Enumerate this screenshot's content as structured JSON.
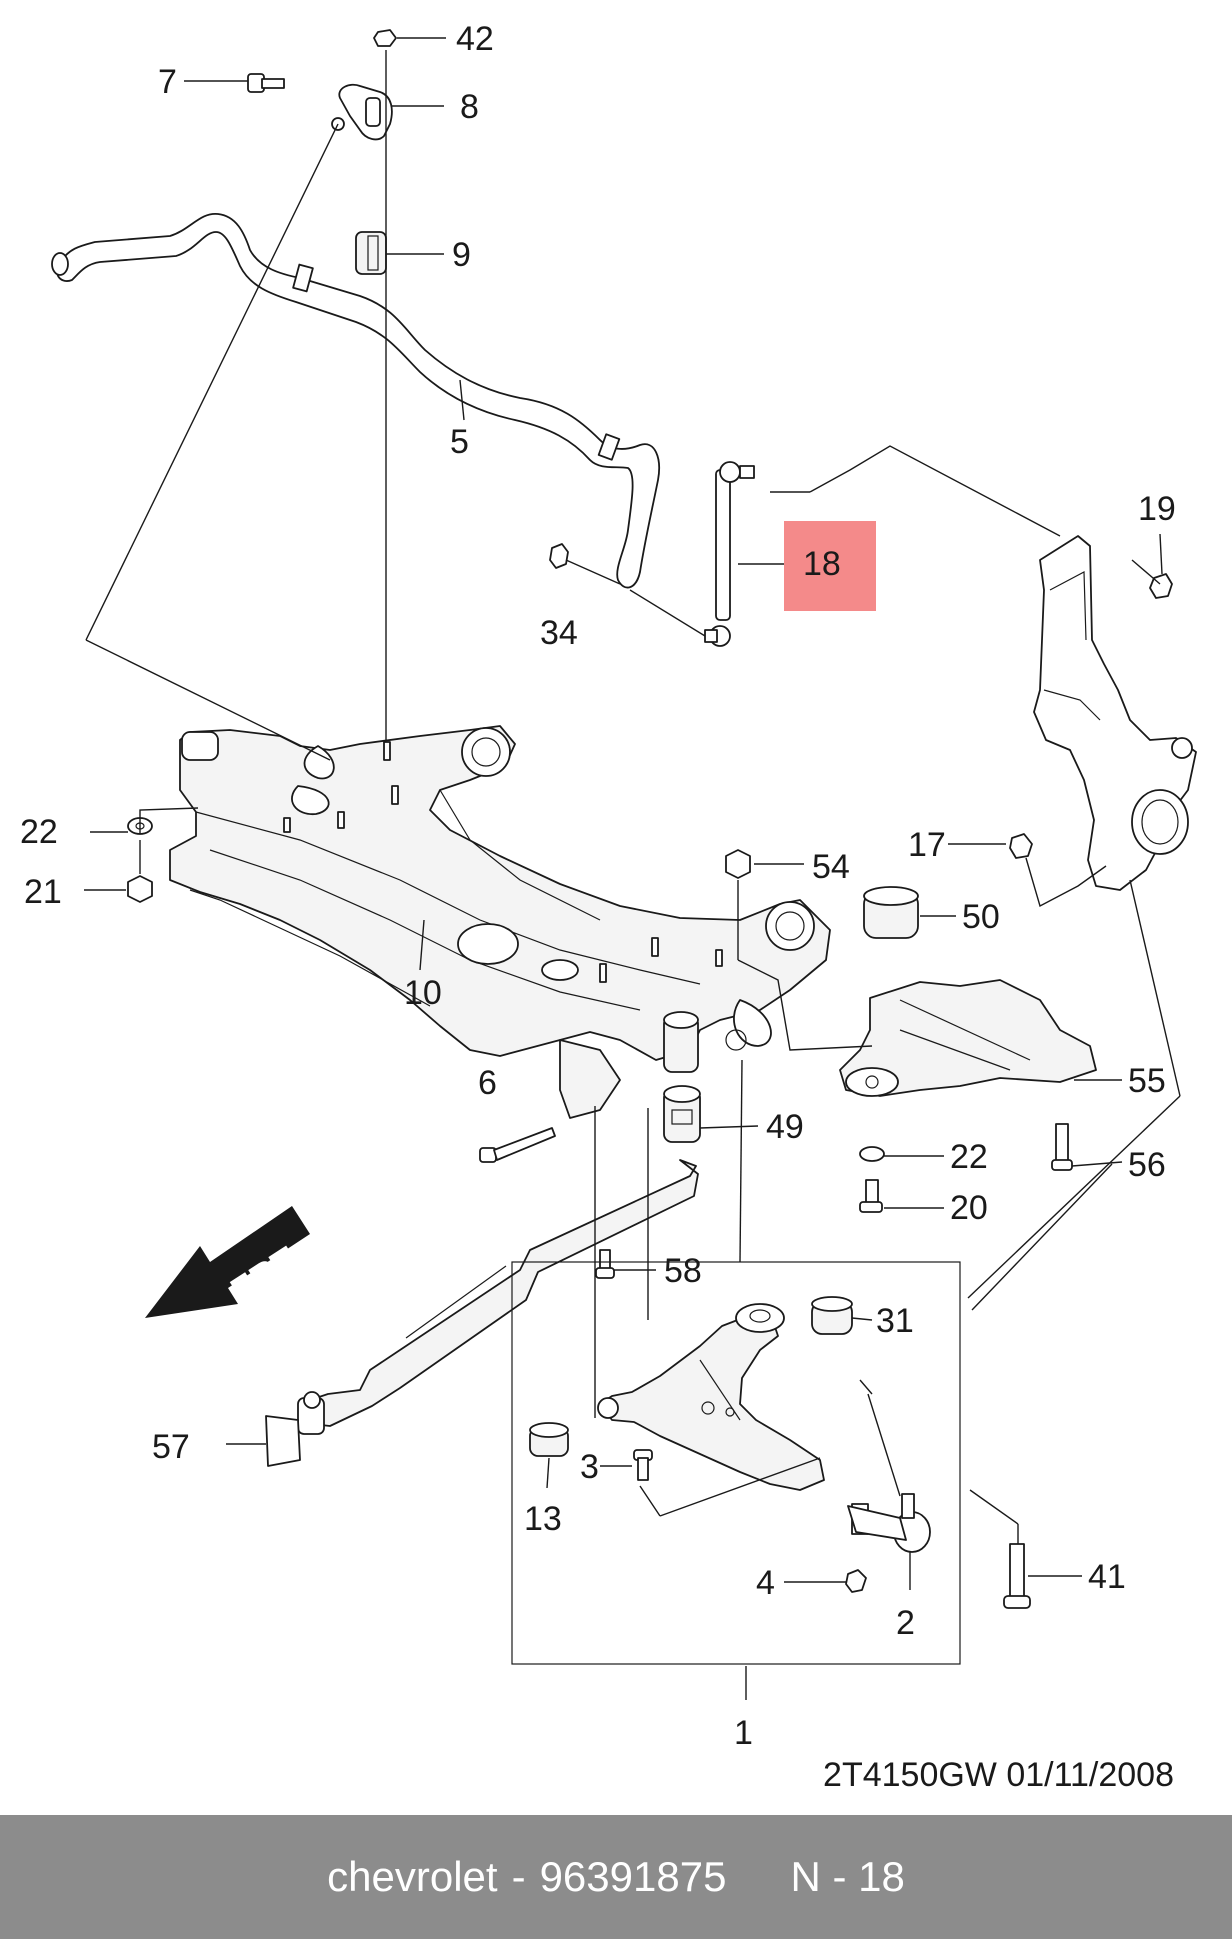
{
  "diagram": {
    "callouts": {
      "c42": "42",
      "c7": "7",
      "c8": "8",
      "c9": "9",
      "c5": "5",
      "c18": "18",
      "c34": "34",
      "c19": "19",
      "c22a": "22",
      "c21": "21",
      "c10": "10",
      "c17": "17",
      "c54": "54",
      "c50": "50",
      "c6": "6",
      "c49": "49",
      "c55": "55",
      "c22b": "22",
      "c20": "20",
      "c56": "56",
      "c58": "58",
      "c31": "31",
      "c57": "57",
      "c3": "3",
      "c13": "13",
      "c4": "4",
      "c41": "41",
      "c2": "2",
      "c1": "1"
    },
    "highlighted_part": "18",
    "highlight_color": "#f48a8a",
    "direction_arrow_label": "FRT",
    "reference_code": "2T4150GW 01/11/2008"
  },
  "footer": {
    "brand": "chevrolet",
    "separator": "-",
    "part_number": "96391875",
    "position_label": "N - 18",
    "background": "#8c8c8c"
  }
}
